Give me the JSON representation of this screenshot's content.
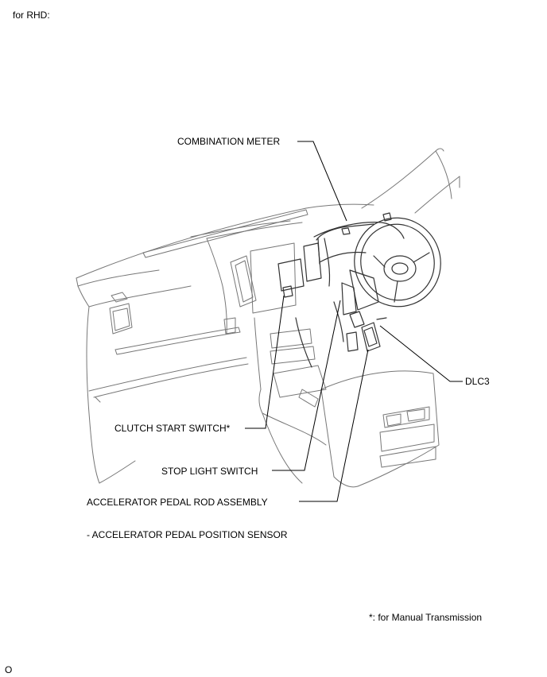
{
  "header": {
    "variant": "for RHD:"
  },
  "labels": {
    "combination_meter": "COMBINATION METER",
    "dlc3": "DLC3",
    "clutch_start_switch": "CLUTCH START SWITCH*",
    "stop_light_switch": "STOP LIGHT SWITCH",
    "accelerator_pedal_rod_assembly": "ACCELERATOR PEDAL ROD ASSEMBLY",
    "accelerator_pedal_position_sensor": "- ACCELERATOR PEDAL POSITION SENSOR"
  },
  "footnote": "*: for Manual Transmission",
  "page_marker": "O"
}
